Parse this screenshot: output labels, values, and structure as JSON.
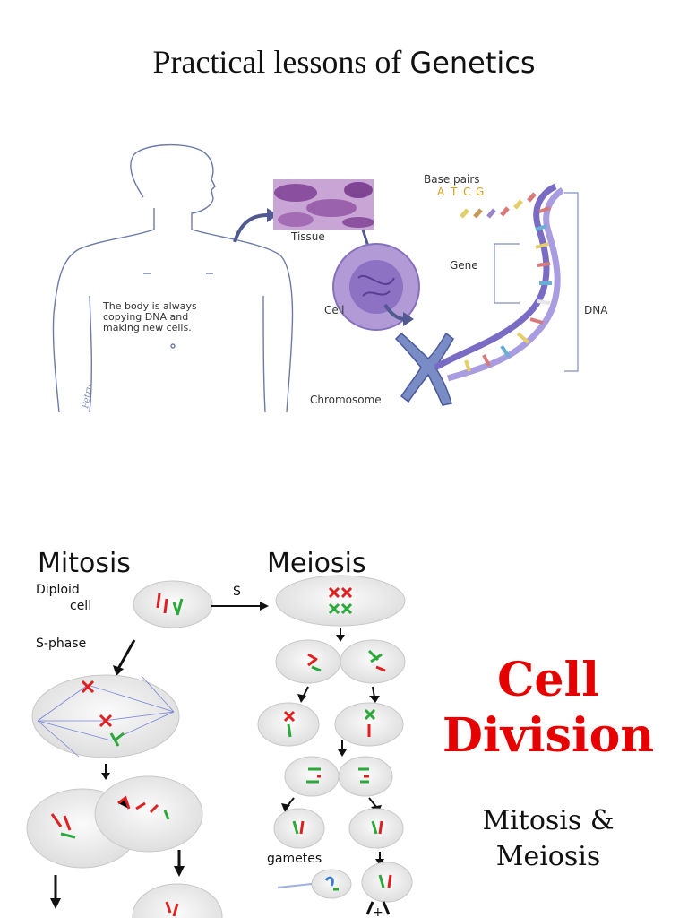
{
  "header": {
    "title_part1": "Practical lessons of ",
    "title_part2": "Genetics"
  },
  "dna_figure": {
    "body_caption_line1": "The body is always",
    "body_caption_line2": "copying DNA and",
    "body_caption_line3": "making new cells.",
    "tissue_label": "Tissue",
    "cell_label": "Cell",
    "chromosome_label": "Chromosome",
    "base_pairs_label": "Base pairs",
    "bases": [
      "A",
      "T",
      "C",
      "G"
    ],
    "gene_label": "Gene",
    "dna_label": "DNA"
  },
  "division_figure": {
    "mitosis_title": "Mitosis",
    "meiosis_title": "Meiosis",
    "diploid_line1": "Diploid",
    "diploid_line2": "cell",
    "s_label": "S",
    "s_phase_label": "S-phase",
    "gametes_label": "gametes"
  },
  "side_panel": {
    "heading_line1": "Cell",
    "heading_line2": "Division",
    "subheading_line1": "Mitosis &",
    "subheading_line2": "Meiosis"
  },
  "colors": {
    "heading_red": "#e60000",
    "chromosome_red": "#e02020",
    "chromosome_green": "#2aa838",
    "spindle_blue": "#5c6cd6",
    "dna_purple": "#7a6cc4"
  }
}
